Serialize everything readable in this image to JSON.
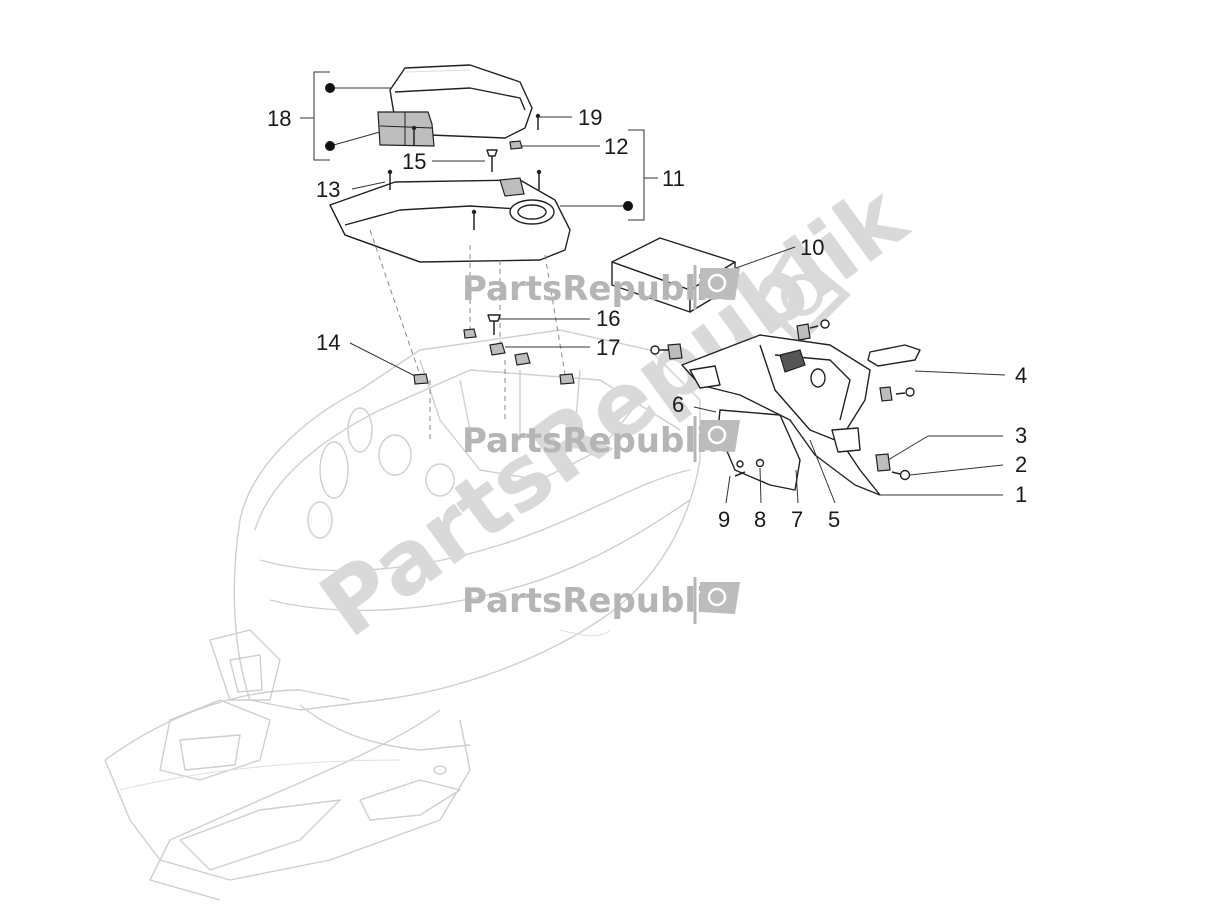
{
  "watermark": {
    "brand": "PartsRepublik",
    "large_text": "PartsRepublik"
  },
  "callouts": [
    {
      "id": "1",
      "label": "1"
    },
    {
      "id": "2",
      "label": "2"
    },
    {
      "id": "3",
      "label": "3"
    },
    {
      "id": "4",
      "label": "4"
    },
    {
      "id": "5",
      "label": "5"
    },
    {
      "id": "6",
      "label": "6"
    },
    {
      "id": "7",
      "label": "7"
    },
    {
      "id": "8",
      "label": "8"
    },
    {
      "id": "9",
      "label": "9"
    },
    {
      "id": "10",
      "label": "10"
    },
    {
      "id": "11",
      "label": "11"
    },
    {
      "id": "12",
      "label": "12"
    },
    {
      "id": "13",
      "label": "13"
    },
    {
      "id": "14",
      "label": "14"
    },
    {
      "id": "15",
      "label": "15"
    },
    {
      "id": "16",
      "label": "16"
    },
    {
      "id": "17",
      "label": "17"
    },
    {
      "id": "18",
      "label": "18"
    },
    {
      "id": "19",
      "label": "19"
    }
  ]
}
